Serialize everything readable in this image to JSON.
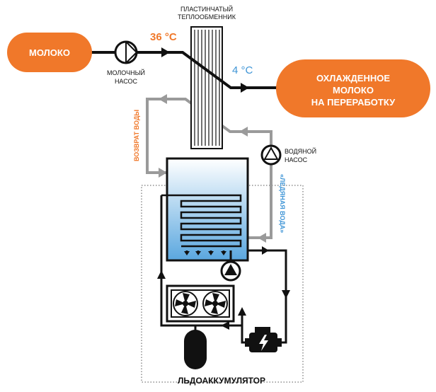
{
  "labels": {
    "milk": "МОЛОКО",
    "cooled_line1": "ОХЛАЖДЕННОЕ",
    "cooled_line2": "МОЛОКО",
    "cooled_line3": "НА ПЕРЕРАБОТКУ",
    "exchanger_line1": "ПЛАСТИНЧАТЫЙ",
    "exchanger_line2": "ТЕПЛООБМЕННИК",
    "temp_in": "36 °C",
    "temp_out": "4 °C",
    "milk_pump_line1": "МОЛОЧНЫЙ",
    "milk_pump_line2": "НАСОС",
    "water_pump_line1": "ВОДЯНОЙ",
    "water_pump_line2": "НАСОС",
    "water_return": "ВОЗВРАТ ВОДЫ",
    "ice_water": "«ЛЕДЯНАЯ ВОДА»",
    "ice_accumulator": "ЛЬДОАККУМУЛЯТОР"
  },
  "colors": {
    "orange": "#f0782a",
    "blue": "#3f95d6",
    "grey_pipe": "#9a9a9a",
    "dark": "#111111"
  },
  "icons": [
    "milk-pump-icon",
    "water-pump-icon",
    "glycol-pump-icon",
    "fan-icon",
    "compressor-icon",
    "receiver-tank-icon"
  ]
}
